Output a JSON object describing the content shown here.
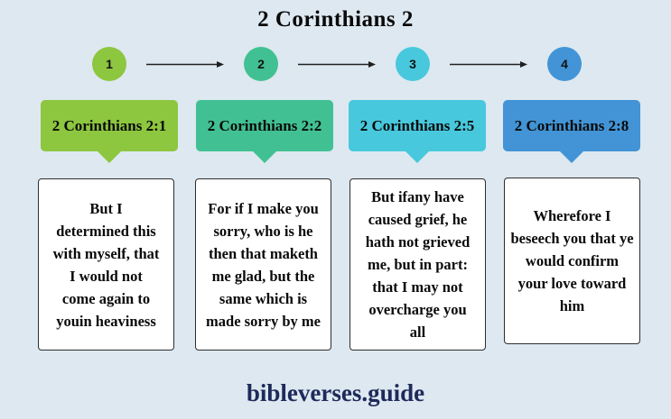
{
  "title": "2 Corinthians 2",
  "footer": "bibleverses.guide",
  "colors": {
    "background": "#dde8f0",
    "arrow": "#1f1f1f",
    "card_border": "#2e2e2e",
    "card_background": "#ffffff",
    "footer_text": "#1e2a5a",
    "step1": "#8dc63f",
    "step2": "#41c193",
    "step3": "#47c8dd",
    "step4": "#4294d6"
  },
  "steps": [
    {
      "number": "1",
      "reference": "2 Corinthians 2:1",
      "color": "#8dc63f",
      "verse": "But I\ndetermined this\nwith myself, that\nI would not\ncome again to\nyouin heaviness"
    },
    {
      "number": "2",
      "reference": "2 Corinthians 2:2",
      "color": "#41c193",
      "verse": "For if I make you\nsorry, who is he\nthen that maketh\nme glad, but the\nsame which is\nmade sorry by me"
    },
    {
      "number": "3",
      "reference": "2 Corinthians 2:5",
      "color": "#47c8dd",
      "verse": "But ifany have\ncaused grief, he\nhath not grieved\nme, but in part:\nthat I may not\novercharge you\nall"
    },
    {
      "number": "4",
      "reference": "2 Corinthians 2:8",
      "color": "#4294d6",
      "verse": "Wherefore I\nbeseech you that ye\nwould confirm\nyour love toward\nhim"
    }
  ]
}
